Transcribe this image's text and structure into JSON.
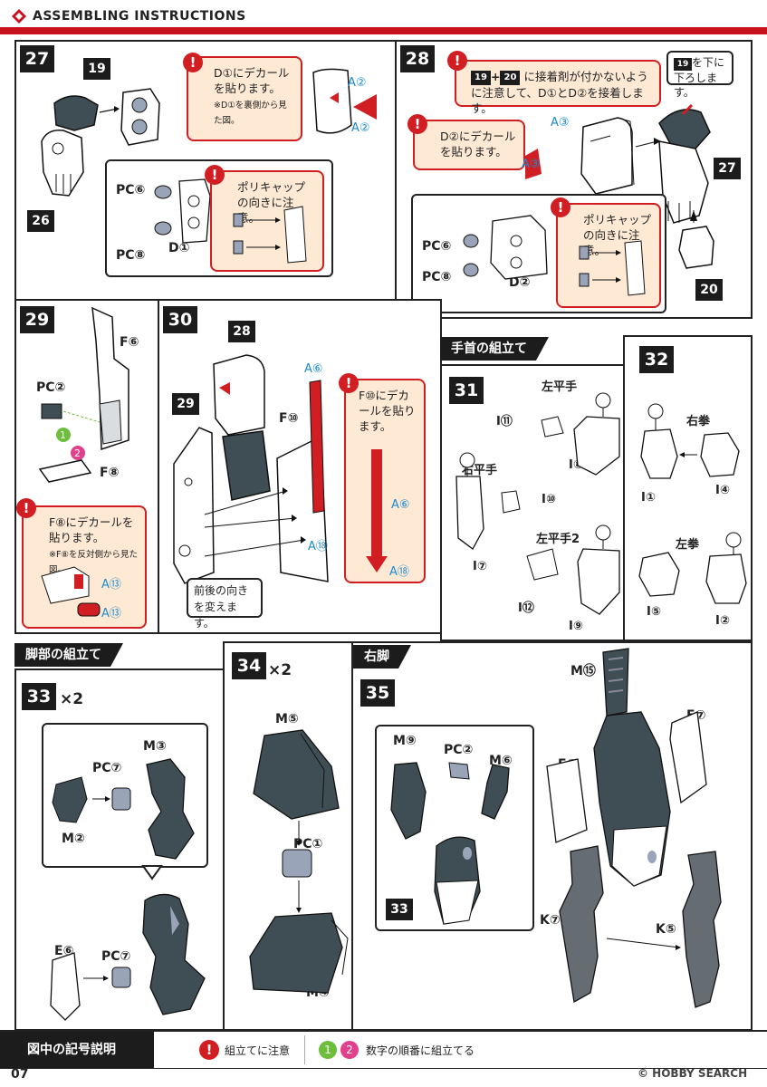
{
  "header": {
    "title": "ASSEMBLING INSTRUCTIONS"
  },
  "steps": {
    "s27": {
      "num": "27",
      "parts": {
        "p19": "19",
        "p26": "26",
        "pc6": "PC⑥",
        "pc8": "PC⑧",
        "d1": "D①",
        "a2a": "A②",
        "a2b": "A②"
      },
      "note_decal": {
        "text": "D①にデカールを貼ります。",
        "sub": "※D①を裏側から見た図。"
      },
      "note_poly": {
        "text": "ポリキャップの向きに注意。"
      }
    },
    "s28": {
      "num": "28",
      "parts": {
        "p27": "27",
        "p20": "20",
        "pc6": "PC⑥",
        "pc8": "PC⑧",
        "d2": "D②",
        "a3a": "A③",
        "a3b": "A③"
      },
      "note_glue": {
        "badge1": "19",
        "badge2": "20",
        "text": "に接着剤が付かないように注意して、D①とD②を接着します。"
      },
      "note_down": {
        "badge": "19",
        "text": "を下に下ろします。"
      },
      "note_decal": {
        "text": "D②にデカールを貼ります。"
      },
      "note_poly": {
        "text": "ポリキャップの向きに注意。"
      }
    },
    "s29": {
      "num": "29",
      "parts": {
        "f6": "F⑥",
        "pc2": "PC②",
        "f8": "F⑧",
        "a13a": "A⑬",
        "a13b": "A⑬"
      },
      "note_decal": {
        "text": "F⑧にデカールを貼ります。",
        "sub": "※F⑧を反対側から見た図。"
      }
    },
    "s30": {
      "num": "30",
      "parts": {
        "p28": "28",
        "p29": "29",
        "f10": "F⑩",
        "a6a": "A⑥",
        "a18a": "A⑱",
        "a6b": "A⑥",
        "a18b": "A⑱"
      },
      "note_decal": {
        "text": "F⑩にデカールを貼ります。"
      },
      "note_dir": {
        "text": "前後の向きを変えます。"
      }
    },
    "wrist": {
      "title": "手首の組立て"
    },
    "s31": {
      "num": "31",
      "parts": {
        "left_flat": "左平手",
        "i11": "I⑪",
        "i8": "I⑧",
        "right_flat": "右平手",
        "i10": "I⑩",
        "i7": "I⑦",
        "left_flat2": "左平手2",
        "i12": "I⑫",
        "i9": "I⑨"
      }
    },
    "s32": {
      "num": "32",
      "parts": {
        "right_fist": "右拳",
        "i1": "I①",
        "i4": "I④",
        "left_fist": "左拳",
        "i5": "I⑤",
        "i2": "I②"
      }
    },
    "leg": {
      "title": "脚部の組立て"
    },
    "s33": {
      "num": "33",
      "times": "×2",
      "parts": {
        "m3": "M③",
        "pc7a": "PC⑦",
        "m2": "M②",
        "e6": "E⑥",
        "pc7b": "PC⑦"
      }
    },
    "s34": {
      "num": "34",
      "times": "×2",
      "parts": {
        "m5": "M⑤",
        "pc1": "PC①",
        "m4": "M④"
      }
    },
    "rightleg": {
      "title": "右脚"
    },
    "s35": {
      "num": "35",
      "parts": {
        "m15": "M⑮",
        "e7": "E⑦",
        "m9": "M⑨",
        "pc2": "PC②",
        "m6": "M⑥",
        "e8": "E⑧",
        "p33": "33",
        "k7": "K⑦",
        "k5": "K⑤"
      }
    }
  },
  "footer": {
    "legend_title": "図中の記号説明",
    "caution_symbol": "!",
    "caution_text": "組立てに注意",
    "order_n1": "1",
    "order_n2": "2",
    "order_text": "数字の順番に組立てる",
    "page": "07",
    "watermark": "© HOBBY SEARCH"
  },
  "colors": {
    "accent_red": "#c8101e",
    "gray_part": "#3f4d54",
    "note_fill": "#fde9d4",
    "decal_blue": "#1a8bd1",
    "order_green": "#6dbf3b",
    "order_pink": "#e0408c"
  }
}
